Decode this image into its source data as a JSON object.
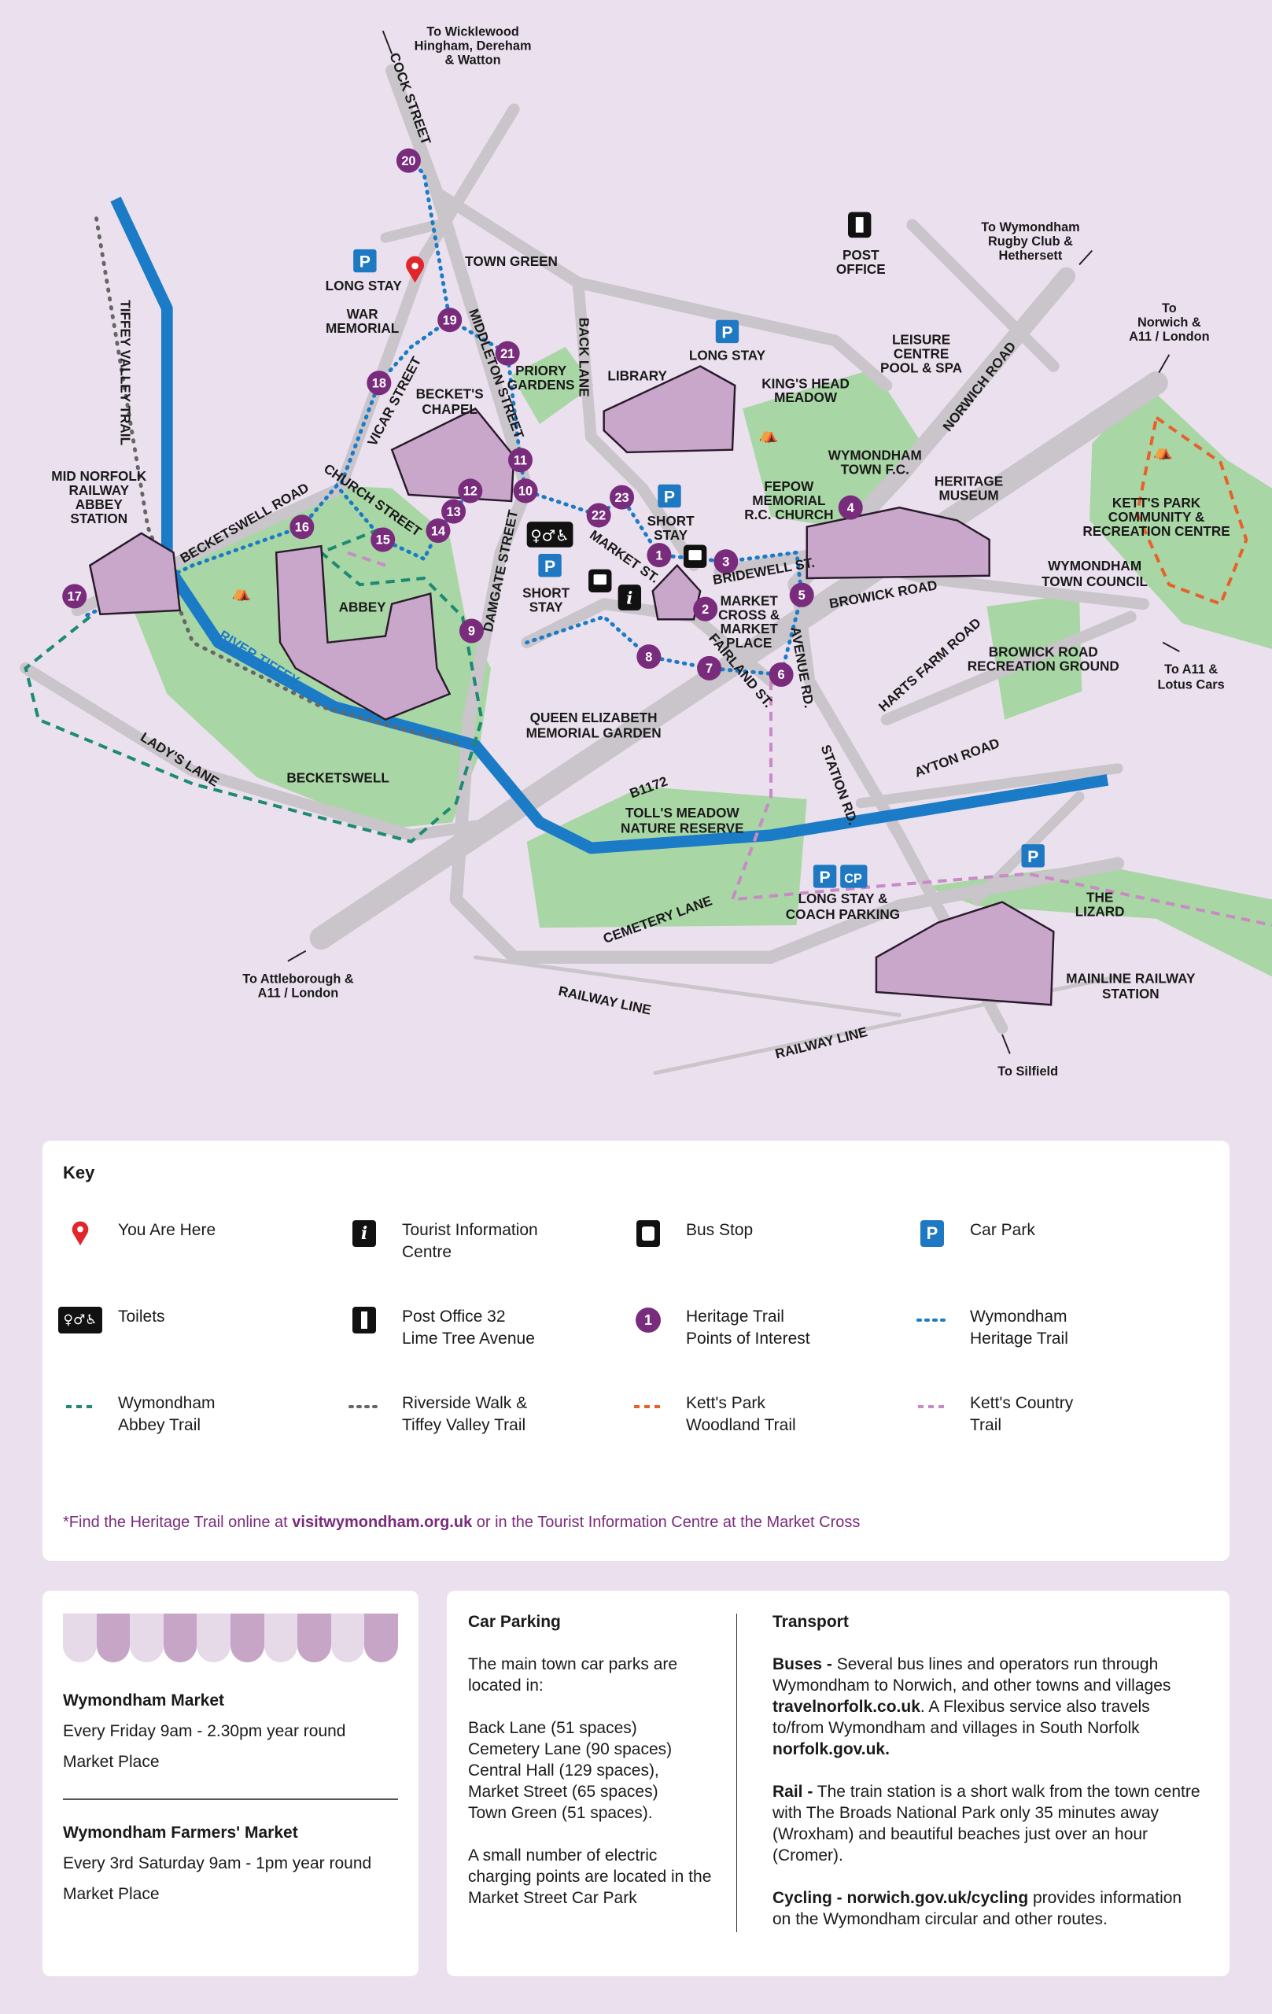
{
  "colors": {
    "background": "#ebe0ee",
    "green": "#a9d6a5",
    "road": "#c9c5cb",
    "river": "#1b7bc6",
    "poi": "#7a2c7c",
    "heritage_trail": "#1b7bc6",
    "abbey_trail": "#1d8a72",
    "riverside_trail": "#666666",
    "ketts_park_trail": "#e8602c",
    "ketts_country_trail": "#c98bc5",
    "parking": "#1e78c2",
    "pin": "#e0262b"
  },
  "map": {
    "poi": [
      "1",
      "2",
      "3",
      "4",
      "5",
      "6",
      "7",
      "8",
      "9",
      "10",
      "11",
      "12",
      "13",
      "14",
      "15",
      "16",
      "17",
      "18",
      "19",
      "20",
      "21",
      "22",
      "23"
    ],
    "labels": {
      "to_wicklewood": [
        "To Wicklewood",
        "Hingham, Dereham",
        "& Watton"
      ],
      "cock_street": "COCK STREET",
      "town_green": "TOWN GREEN",
      "long_stay_town_green": "LONG STAY",
      "war_memorial": [
        "WAR",
        "MEMORIAL"
      ],
      "middleton_street": "MIDDLETON STREET",
      "priory_gardens": [
        "PRIORY",
        "GARDENS"
      ],
      "back_lane": "BACK LANE",
      "library": "LIBRARY",
      "long_stay_library": "LONG STAY",
      "post_office": [
        "POST",
        "OFFICE"
      ],
      "to_rugby_club": [
        "To Wymondham",
        "Rugby Club &",
        "Hethersett"
      ],
      "leisure_centre": [
        "LEISURE",
        "CENTRE",
        "POOL & SPA"
      ],
      "to_norwich": [
        "To",
        "Norwich &",
        "A11 / London"
      ],
      "norwich_road": "NORWICH ROAD",
      "kings_head_meadow": [
        "KING'S HEAD",
        "MEADOW"
      ],
      "town_fc": [
        "WYMONDHAM",
        "TOWN F.C."
      ],
      "heritage_museum": [
        "HERITAGE",
        "MUSEUM"
      ],
      "fepow": [
        "FEPOW",
        "MEMORIAL",
        "R.C. CHURCH"
      ],
      "ketts_park": [
        "KETT'S PARK",
        "COMMUNITY &",
        "RECREATION CENTRE"
      ],
      "town_council": [
        "WYMONDHAM",
        "TOWN COUNCIL"
      ],
      "beckets_chapel": [
        "BECKET'S",
        "CHAPEL"
      ],
      "vicar_street": "VICAR STREET",
      "tiffey_valley_trail": "TIFFEY VALLEY TRAIL",
      "mid_norfolk_railway": [
        "MID NORFOLK",
        "RAILWAY",
        "ABBEY",
        "STATION"
      ],
      "becketswell_road": "BECKETSWELL ROAD",
      "church_street": "CHURCH STREET",
      "damgate_street": "DAMGATE STREET",
      "short_stay_damgate": [
        "SHORT",
        "STAY"
      ],
      "short_stay_market": [
        "SHORT",
        "STAY"
      ],
      "market_st": "MARKET ST.",
      "bridewell_st": "BRIDEWELL ST.",
      "browick_road": "BROWICK ROAD",
      "market_cross": [
        "MARKET",
        "CROSS &",
        "MARKET",
        "PLACE"
      ],
      "fairland_st": "FAIRLAND ST.",
      "avenue_rd": "AVENUE RD.",
      "abbey": "ABBEY",
      "river_tiffey": "RIVER TIFFEY",
      "queen_elizabeth": [
        "QUEEN ELIZABETH",
        "MEMORIAL GARDEN"
      ],
      "ladys_lane": "LADY'S LANE",
      "becketswell": "BECKETSWELL",
      "b1172": "B1172",
      "tolls_meadow": [
        "TOLL'S MEADOW",
        "NATURE RESERVE"
      ],
      "station_rd": "STATION RD.",
      "harts_farm_road": "HARTS FARM ROAD",
      "browick_rec": [
        "BROWICK ROAD",
        "RECREATION GROUND"
      ],
      "to_a11_lotus": [
        "To A11 &",
        "Lotus Cars"
      ],
      "ayton_road": "AYTON ROAD",
      "coach_parking": [
        "LONG STAY &",
        "COACH PARKING"
      ],
      "the_lizard": [
        "THE",
        "LIZARD"
      ],
      "cemetery_lane": "CEMETERY LANE",
      "to_attleborough": [
        "To Attleborough &",
        "A11 / London"
      ],
      "railway_line_1": "RAILWAY LINE",
      "railway_line_2": "RAILWAY LINE",
      "mainline_station": [
        "MAINLINE RAILWAY",
        "STATION"
      ],
      "to_silfield": "To Silfield"
    },
    "icon_glyphs": {
      "parking": "P",
      "coach_parking": "CP",
      "info": "i"
    }
  },
  "key": {
    "title": "Key",
    "items": [
      {
        "icon": "map-pin-icon",
        "label": [
          "You Are Here"
        ]
      },
      {
        "icon": "info-icon",
        "label": [
          "Tourist Information",
          "Centre"
        ]
      },
      {
        "icon": "bus-icon",
        "label": [
          "Bus Stop"
        ]
      },
      {
        "icon": "parking-icon",
        "label": [
          "Car Park"
        ]
      },
      {
        "icon": "toilets-icon",
        "label": [
          "Toilets"
        ]
      },
      {
        "icon": "post-office-icon",
        "label": [
          "Post Office 32",
          "Lime Tree Avenue"
        ]
      },
      {
        "icon": "heritage-poi-icon",
        "label": [
          "Heritage Trail",
          "Points of Interest"
        ],
        "glyph": "1"
      },
      {
        "icon": "blue-dotted-line-icon",
        "label": [
          "Wymondham",
          "Heritage Trail"
        ]
      },
      {
        "icon": "green-dashed-line-icon",
        "label": [
          "Wymondham",
          "Abbey Trail"
        ]
      },
      {
        "icon": "grey-dotted-line-icon",
        "label": [
          "Riverside Walk &",
          "Tiffey Valley Trail"
        ]
      },
      {
        "icon": "orange-dashed-line-icon",
        "label": [
          "Kett's Park",
          "Woodland Trail"
        ]
      },
      {
        "icon": "pink-dashed-line-icon",
        "label": [
          "Kett's Country",
          "Trail"
        ]
      }
    ],
    "note_pre": "*Find the Heritage Trail online at ",
    "note_link": "visitwymondham.org.uk",
    "note_post": " or in the Tourist Information Centre at the Market Cross"
  },
  "markets": [
    {
      "title": "Wymondham Market",
      "when": "Every Friday 9am - 2.30pm year round",
      "where": "Market Place"
    },
    {
      "title": "Wymondham Farmers' Market",
      "when": "Every 3rd Saturday 9am - 1pm year round",
      "where": "Market Place"
    }
  ],
  "car_parking": {
    "title": "Car Parking",
    "intro": "The main town car parks are located in:",
    "list": [
      "Back Lane (51 spaces)",
      "Cemetery Lane (90 spaces)",
      "Central Hall (129 spaces),",
      "Market Street (65 spaces)",
      "Town Green (51 spaces)."
    ],
    "ev_note": "A small number of electric charging points are located in the Market Street Car Park"
  },
  "transport": {
    "title": "Transport",
    "buses_label": "Buses -",
    "buses_1": " Several bus lines and operators run through Wymondham to Norwich, and other towns and villages ",
    "buses_link1": "travelnorfolk.co.uk",
    "buses_2": ". A Flexibus service also travels to/from Wymondham and villages in South Norfolk ",
    "buses_link2": "norfolk.gov.uk.",
    "rail_label": "Rail -",
    "rail_text": " The train station is a short walk from the town centre with The Broads National Park only 35 minutes away (Wroxham) and beautiful beaches just over an hour (Cromer).",
    "cycling_label": "Cycling - norwich.gov.uk/cycling",
    "cycling_text": " provides information on the Wymondham circular and other routes."
  }
}
